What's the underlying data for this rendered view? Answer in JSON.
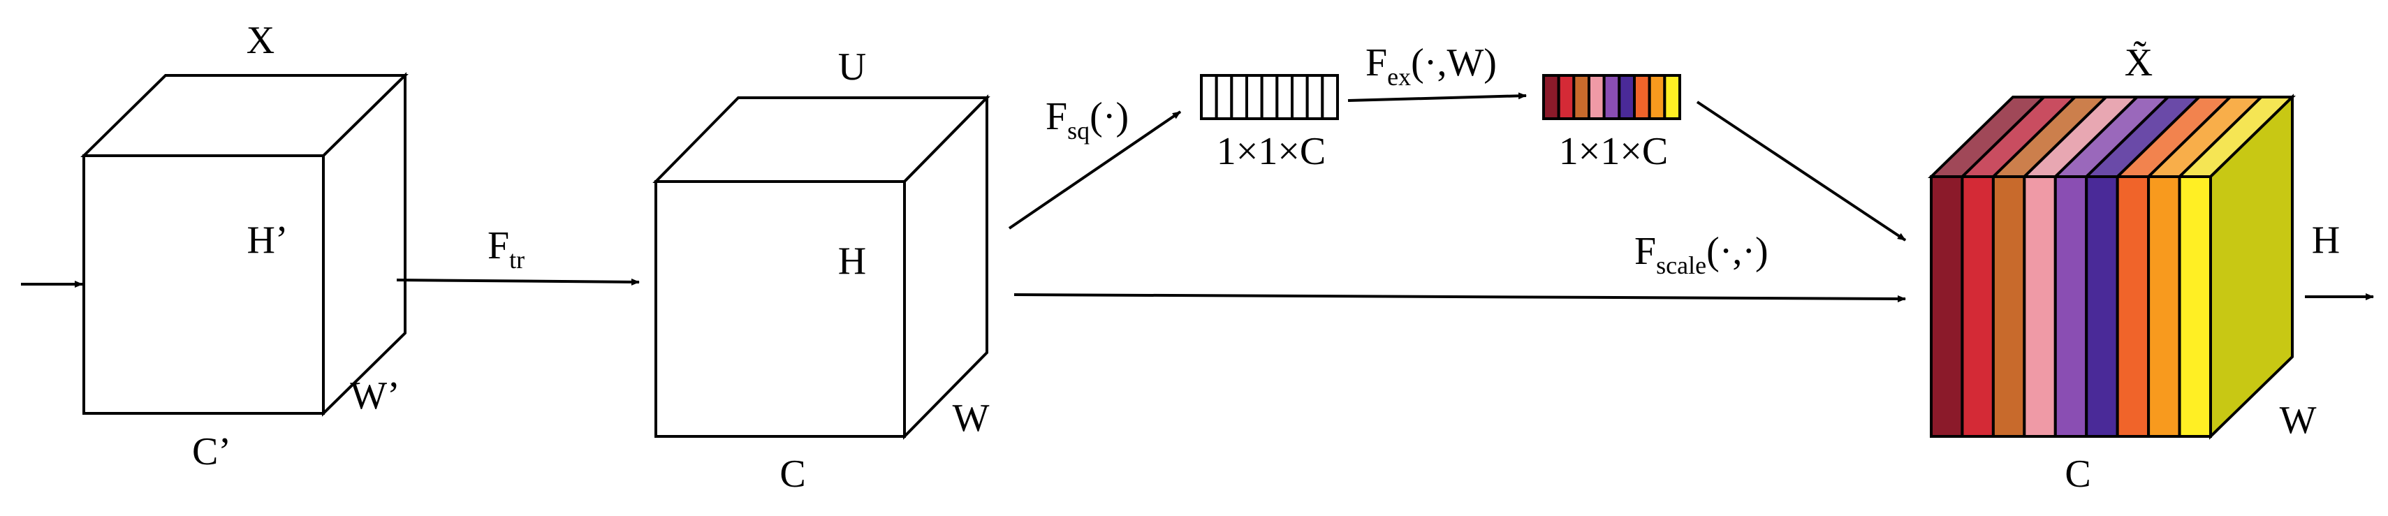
{
  "labels": {
    "input_top": "X",
    "input_height": "H’",
    "input_width": "W’",
    "input_channels": "C’",
    "ftr_main": "F",
    "ftr_sub": "tr",
    "u_top": "U",
    "u_height": "H",
    "u_width": "W",
    "u_channels": "C",
    "fsq_main": "F",
    "fsq_sub": "sq",
    "fsq_arg": "(·)",
    "squeeze_dims": "1×1×C",
    "fex_main": "F",
    "fex_sub": "ex",
    "fex_arg": "(·,W)",
    "excite_dims": "1×1×C",
    "fscale_main": "F",
    "fscale_sub": "scale",
    "fscale_arg": "(·,·)",
    "out_top": "X̃",
    "out_height": "H",
    "out_width": "W",
    "out_channels": "C"
  },
  "colors": {
    "channel_fronts": [
      "#8b1a2a",
      "#d42a36",
      "#c86a2c",
      "#ef9aa6",
      "#8a4eb3",
      "#4a2a98",
      "#f0642a",
      "#f89a1e",
      "#ffef24"
    ],
    "channel_tops": [
      "#a04858",
      "#c94d60",
      "#cc7f4c",
      "#e8a7b2",
      "#9a68bb",
      "#6a4aa8",
      "#f2834e",
      "#f8ae4a",
      "#f5e554"
    ],
    "out_side": "#c8c814",
    "out_top_cap": "#e6e22a",
    "excite_cells": [
      "#8b1a2a",
      "#d42a36",
      "#c86a2c",
      "#ef9aa6",
      "#8a4eb3",
      "#4a2a98",
      "#f0642a",
      "#f89a1e",
      "#ffef24"
    ],
    "squeeze_cell_count": 9
  }
}
